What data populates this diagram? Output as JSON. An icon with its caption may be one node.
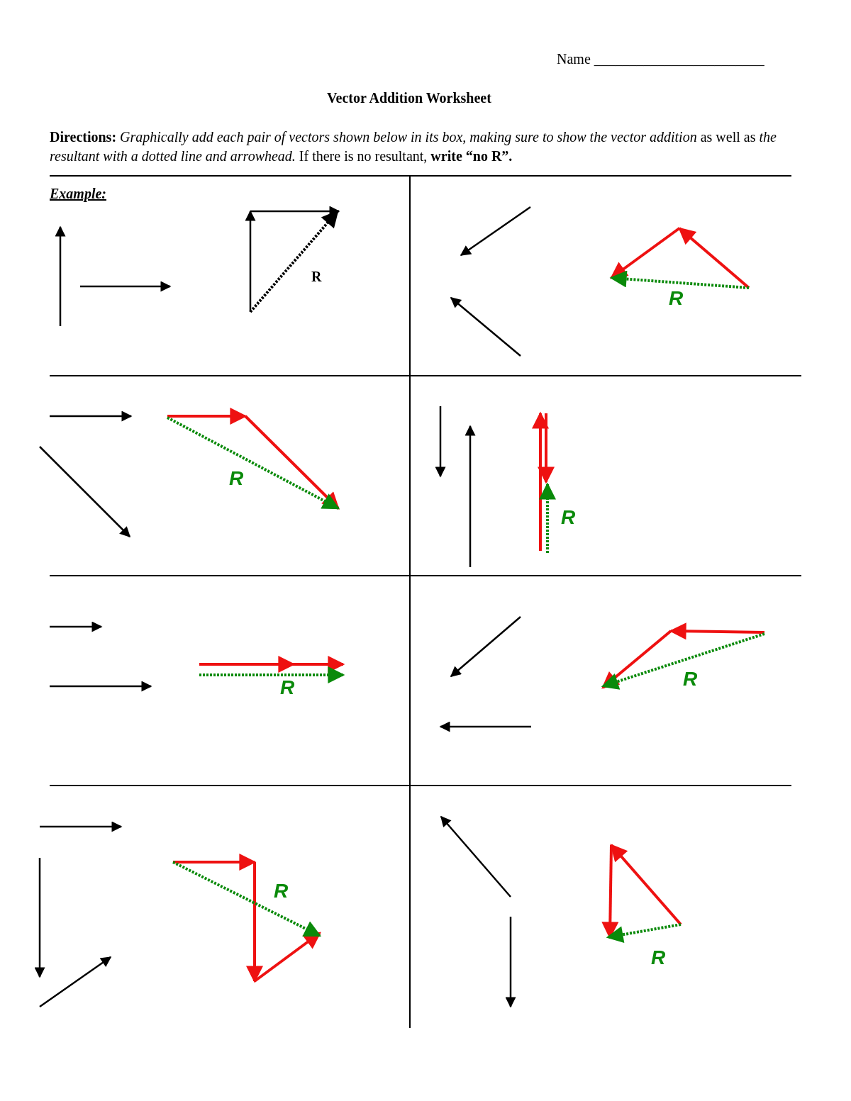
{
  "diagram": {
    "title": "Vector Addition Worksheet",
    "labels": [
      "Name ________________________",
      "**Directions:** *Graphically add each pair of vectors shown below in its box, making sure to show the vector addition* as well as *the resultant with a dotted line and arrowhead.* If there is no resultant, **write “no R”.**",
      "Example:",
      "R",
      "R",
      "R",
      "R",
      "R",
      "R",
      "R",
      "R"
    ]
  }
}
